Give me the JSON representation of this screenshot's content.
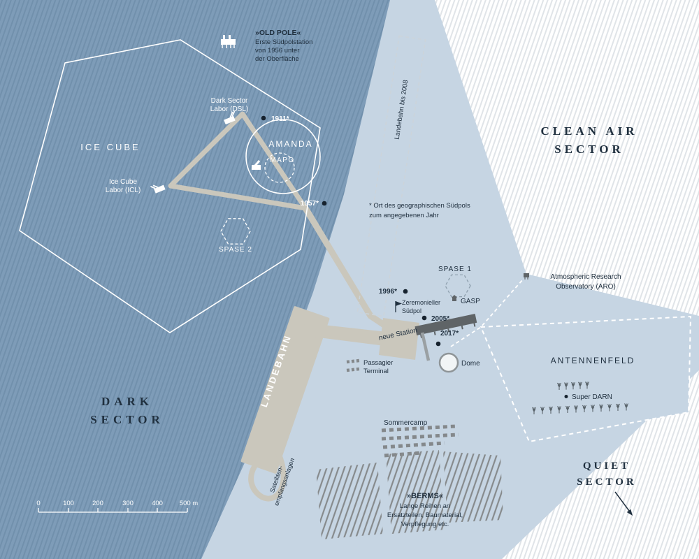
{
  "colors": {
    "ink": "#20303f",
    "snow": "#c6d5e3",
    "dark_sector": "#7e9cb8",
    "dark_sector_hatch": "#7190ac",
    "hatch_bg": "#ffffff",
    "hatch_line": "#e0e4e8",
    "road": "#cac7bc",
    "structure": "#5f6467",
    "structure_light": "#84888b",
    "berm": "#868a8c",
    "dome": "#f2f5f6"
  },
  "sectors": {
    "dark": {
      "line1": "DARK",
      "line2": "SECTOR"
    },
    "clean_air": {
      "line1": "CLEAN AIR",
      "line2": "SECTOR"
    },
    "quiet": {
      "line1": "QUIET",
      "line2": "SECTOR"
    }
  },
  "labels": {
    "old_pole_title": "»OLD POLE«",
    "old_pole_1": "Erste Südpolstation",
    "old_pole_2": "von 1956 unter",
    "old_pole_3": "der Oberfläche",
    "dsl_1": "Dark Sector",
    "dsl_2": "Labor (DSL)",
    "icl_1": "Ice Cube",
    "icl_2": "Labor (ICL)",
    "ice_cube": "ICE CUBE",
    "amanda": "AMANDA",
    "mapo": "MAPO",
    "y1911": "1911*",
    "y1957": "1957*",
    "y1996": "1996*",
    "y2005": "2005*",
    "y2017": "2017*",
    "old_runway": "Landebahn bis 2008",
    "pole_note_1": "* Ort des geographischen Südpols",
    "pole_note_2": "zum angegebenen Jahr",
    "spase2": "SPASE 2",
    "spase1": "SPASE 1",
    "gasp": "GASP",
    "aro_1": "Atmospheric Research",
    "aro_2": "Observatory (ARO)",
    "ceremonial_1": "Zeremonieller",
    "ceremonial_2": "Südpol",
    "new_station": "neue Station",
    "dome": "Dome",
    "passenger_1": "Passagier",
    "passenger_2": "Terminal",
    "antenna_field": "ANTENNENFELD",
    "super_darn": "Super DARN",
    "runway": "LANDEBAHN",
    "summer_camp": "Sommercamp",
    "satellite_1": "Satelliten-",
    "satellite_2": "empfangsanlagen",
    "berms_title": "»BERMS«",
    "berms_1": "Lange Reihen an",
    "berms_2": "Ersatzteilen, Baumaterial,",
    "berms_3": "Verpflegung etc."
  },
  "scalebar": {
    "ticks": [
      "0",
      "100",
      "200",
      "300",
      "400",
      "500 m"
    ]
  }
}
